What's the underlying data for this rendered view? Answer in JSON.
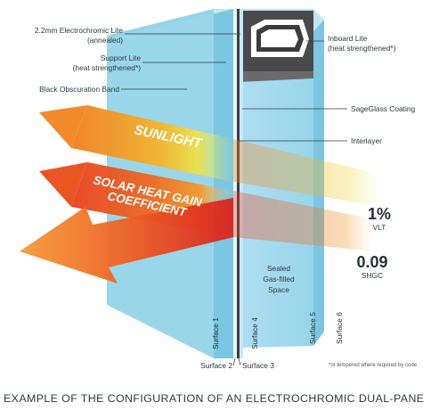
{
  "labels": {
    "electrochromic_lite_line1": "2.2mm Electrochromic Lite",
    "electrochromic_lite_line2": "(annealed)",
    "support_lite_line1": "Support Lite",
    "support_lite_line2": "(heat strengthened*)",
    "black_band": "Black Obscuration Band",
    "inboard_lite_line1": "Inboard Lite",
    "inboard_lite_line2": "(heat strengthened*)",
    "sageglass_coating": "SageGlass Coating",
    "interlayer": "Interlayer",
    "sealed_line1": "Sealed",
    "sealed_line2": "Gas-filled",
    "sealed_line3": "Space"
  },
  "bands": {
    "sunlight": "SUNLIGHT",
    "shgc_line1": "SOLAR HEAT GAIN",
    "shgc_line2": "COEFFICIENT"
  },
  "metrics": {
    "vlt_value": "1%",
    "vlt_label": "VLT",
    "shgc_value": "0.09",
    "shgc_label": "SHGC"
  },
  "surfaces": {
    "s1": "Surface 1",
    "s2": "Surface 2",
    "s3": "Surface 3",
    "s4": "Surface 4",
    "s5": "Surface 5",
    "s6": "Surface 6"
  },
  "footnote": "*or tempered where required by code",
  "caption": "EXAMPLE OF THE CONFIGURATION OF AN ELECTROCHROMIC DUAL-PANE",
  "colors": {
    "glass_face": "#8fd1e8",
    "glass_edge": "#6fbfdd",
    "spacer": "#4a4a4c",
    "sunlight_start": "#f07d1e",
    "sunlight_end": "#f5d33a",
    "shgc_start": "#e8401f",
    "shgc_end": "#f29a2a"
  }
}
